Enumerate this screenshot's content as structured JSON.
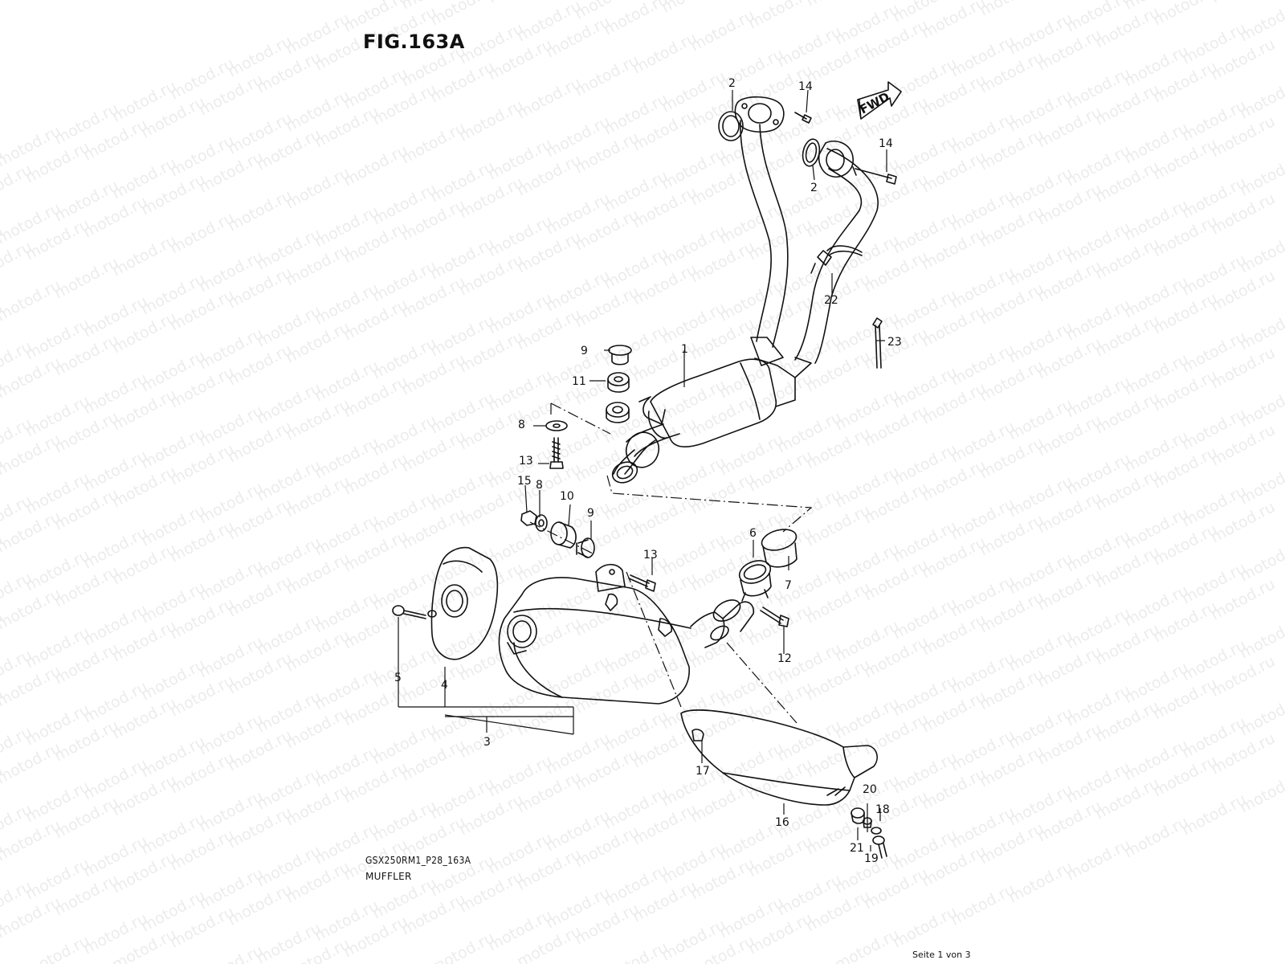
{
  "figure": {
    "title": "FIG.163A",
    "code": "GSX250RM1_P28_163A",
    "name": "MUFFLER",
    "page": "Seite 1 von 3",
    "fwd": "FWD",
    "watermark": "motod.ru"
  },
  "callouts": [
    "1",
    "2",
    "2",
    "3",
    "4",
    "5",
    "6",
    "7",
    "8",
    "8",
    "9",
    "9",
    "10",
    "11",
    "12",
    "13",
    "13",
    "14",
    "14",
    "15",
    "16",
    "17",
    "18",
    "19",
    "20",
    "21",
    "22",
    "23"
  ]
}
